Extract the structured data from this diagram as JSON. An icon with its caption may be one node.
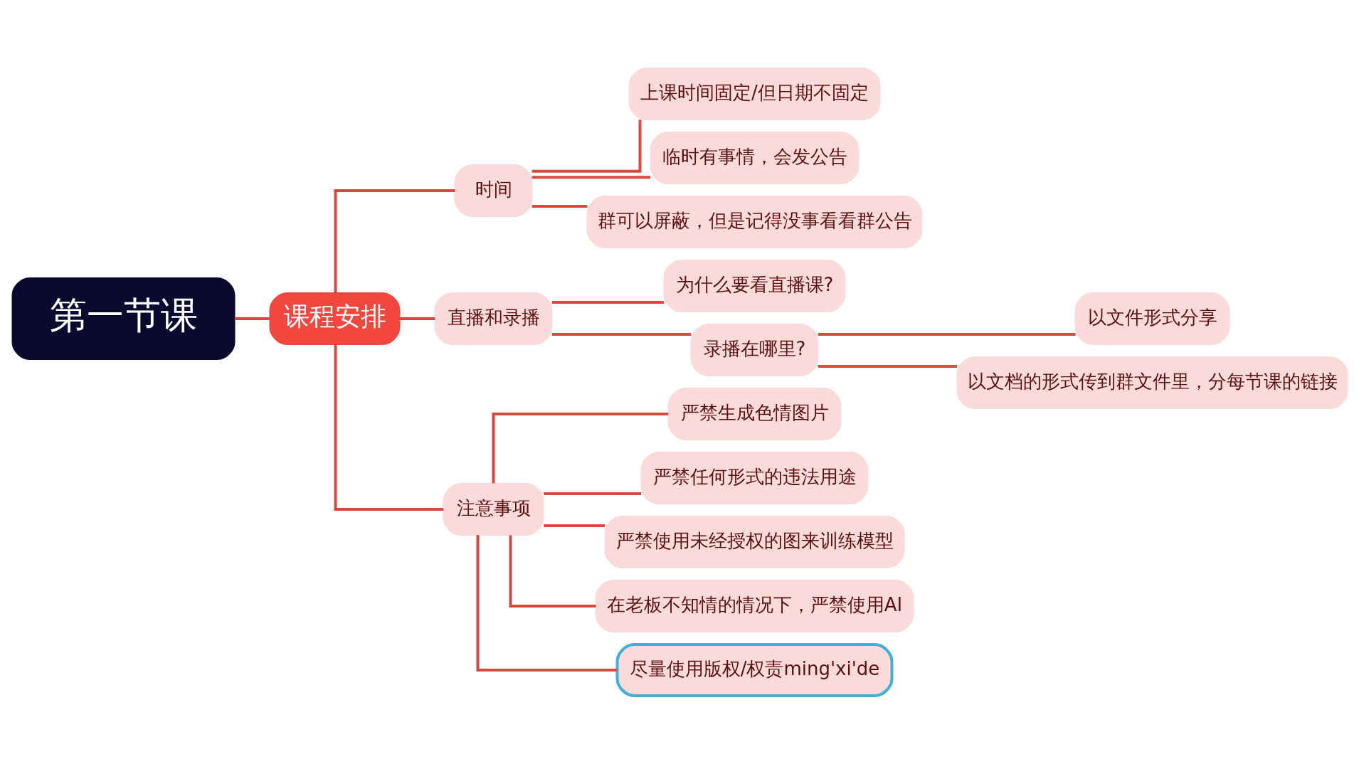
{
  "diagram": {
    "nodes": [
      {
        "text": [
          "第一节课"
        ]
      },
      {
        "text": [
          "课程安排"
        ]
      },
      {
        "text": [
          "时间"
        ]
      },
      {
        "text": [
          "上课时间固定/但日期不固定"
        ]
      },
      {
        "text": [
          "临时有事情，会发公告"
        ]
      },
      {
        "text": [
          "群可以屏蔽，但是记得没事看看群公告"
        ]
      },
      {
        "text": [
          "直播和录播"
        ]
      },
      {
        "text": [
          "为什么要看直播课?"
        ]
      },
      {
        "text": [
          "录播在哪里?"
        ]
      },
      {
        "text": [
          "以文件形式分享"
        ]
      },
      {
        "text": [
          "以文档的形式传到群文件里，分每节课的链接"
        ]
      },
      {
        "text": [
          "注意事项"
        ]
      },
      {
        "text": [
          "严禁生成色情图片"
        ]
      },
      {
        "text": [
          "严禁任何形式的违法用途"
        ]
      },
      {
        "text": [
          "严禁使用未经授权的图来训练模型"
        ]
      },
      {
        "text": [
          "在老板不知情的情况下，严禁使用AI"
        ]
      },
      {
        "text": [
          "尽量使用版权/权责ming'xi'de"
        ]
      }
    ],
    "edges": [
      {
        "from": 0,
        "to": 1,
        "arrow": "none"
      },
      {
        "from": 1,
        "to": 2,
        "arrow": "none"
      },
      {
        "from": 2,
        "to": 3,
        "arrow": "none"
      },
      {
        "from": 2,
        "to": 4,
        "arrow": "none"
      },
      {
        "from": 2,
        "to": 5,
        "arrow": "none"
      },
      {
        "from": 1,
        "to": 6,
        "arrow": "none"
      },
      {
        "from": 6,
        "to": 7,
        "arrow": "none"
      },
      {
        "from": 6,
        "to": 8,
        "arrow": "none"
      },
      {
        "from": 8,
        "to": 9,
        "arrow": "none"
      },
      {
        "from": 8,
        "to": 10,
        "arrow": "none"
      },
      {
        "from": 1,
        "to": 11,
        "arrow": "none"
      },
      {
        "from": 11,
        "to": 12,
        "arrow": "none"
      },
      {
        "from": 11,
        "to": 13,
        "arrow": "none"
      },
      {
        "from": 11,
        "to": 14,
        "arrow": "none"
      },
      {
        "from": 11,
        "to": 15,
        "arrow": "none"
      },
      {
        "from": 11,
        "to": 16,
        "arrow": "none"
      }
    ]
  }
}
